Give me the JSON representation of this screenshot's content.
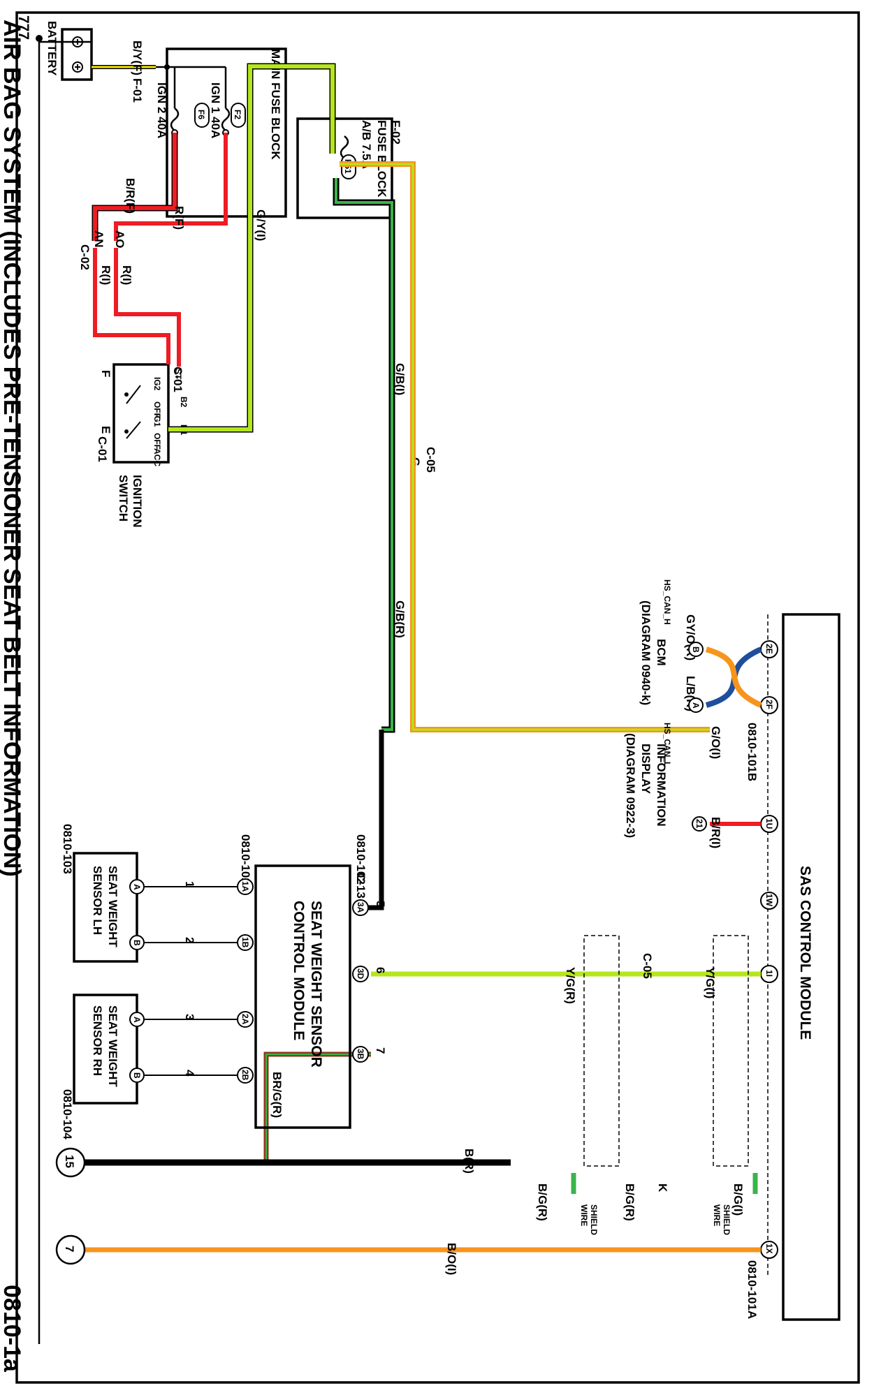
{
  "title": "AIR BAG SYSTEM (INCLUDES PRE-TENSIONER SEAT BELT INFORMATION)",
  "page_number": "0810-1a",
  "corner_code": "777",
  "components": {
    "battery": "BATTERY",
    "main_fuse_block": "MAIN FUSE BLOCK",
    "fuse_ign2": "IGN 2 40A",
    "fuse_ign2_id": "F6",
    "fuse_ign1": "IGN 1 40A",
    "fuse_ign1_id": "F2",
    "fuse_block_id": "F-02",
    "fuse_block": "FUSE BLOCK",
    "fuse_ab": "A/B 7.5A",
    "fuse_ab_id": "F51",
    "ignition_switch_1": "IGNITION",
    "ignition_switch_2": "SWITCH",
    "sas_module": "SAS CONTROL MODULE",
    "bcm": "BCM",
    "bcm_diagram": "(DIAGRAM 0940-k)",
    "info_display_1": "INFORMATION",
    "info_display_2": "DISPLAY",
    "info_display_diagram": "(DIAGRAM 0922-3)",
    "swscm_1": "SEAT WEIGHT SENSOR",
    "swscm_2": "CONTROL MODULE",
    "sws_lh_1": "SEAT WEIGHT",
    "sws_lh_2": "SENSOR LH",
    "sws_rh_1": "SEAT WEIGHT",
    "sws_rh_2": "SENSOR RH"
  },
  "switch_positions": {
    "st": "ST",
    "ig2": "IG2",
    "ig1": "IG1",
    "acc": "ACC",
    "off1": "OFF",
    "off2": "OFF",
    "b1": "B1",
    "b2": "B2"
  },
  "connectors": {
    "f01": "F-01",
    "c02": "C-02",
    "c01_top": "C-01",
    "c01_bottom": "C-01",
    "c05_g": "C-05",
    "c05_yg": "C-05",
    "c13": "C-13",
    "pin_an": "AN",
    "pin_ao": "AO",
    "pin_f": "F",
    "pin_e": "E",
    "pin_g": "G",
    "pin_k": "K"
  },
  "wires": {
    "by_f": "B/Y(F)",
    "br_f": "B/R(F)",
    "r_f": "R(F)",
    "r_i_1": "R(I)",
    "r_i_2": "R(I)",
    "gy_i": "G/Y(I)",
    "gb_i": "G/B(I)",
    "gb_r": "G/B(R)",
    "gy_o_r": "GY/O(R)",
    "lb_r": "L/B(R)",
    "br_i": "B/R(I)",
    "go_i": "G/O(I)",
    "yg_i": "Y/G(I)",
    "yg_r": "Y/G(R)",
    "br_g_r": "BR/G(R)",
    "bg_i": "B/G(I)",
    "bg_r_1": "B/G(R)",
    "bg_r_2": "B/G(R)",
    "b_r": "B(R)",
    "bo_i": "B/O(I)",
    "shield_1": "SHIELD",
    "shield_1b": "WIRE",
    "shield_2": "SHIELD",
    "shield_2b": "WIRE",
    "hs_can_h": "HS_CAN_H",
    "hs_can_l": "HS_CAN_L"
  },
  "pins": {
    "sas_2e": "2E",
    "sas_2f": "2F",
    "sas_1u": "1U",
    "sas_1w": "1W",
    "sas_1i": "1I",
    "sas_1x": "1X",
    "bcm_b": "B",
    "bcm_a": "A",
    "disp_21": "21",
    "sw_3a": "3A",
    "sw_3d": "3D",
    "sw_3b": "3B",
    "sw_1a": "1A",
    "sw_1b": "1B",
    "sw_2a": "2A",
    "sw_2b": "2B",
    "lh_a": "A",
    "lh_b": "B",
    "rh_a": "A",
    "rh_b": "B",
    "line_5": "5",
    "line_6": "6",
    "line_7": "7",
    "line_1": "1",
    "line_2": "2",
    "line_3": "3",
    "line_4": "4"
  },
  "references": {
    "r101b": "0810-101B",
    "r101a": "0810-101A",
    "r102_top": "0810-102",
    "r102_bottom": "0810-102",
    "r103": "0810-103",
    "r104": "0810-104"
  },
  "grounds": {
    "g15": "15",
    "g7": "7"
  },
  "colors": {
    "red": "#ee1c24",
    "green": "#39b54a",
    "lime": "#b5e61d",
    "yellow": "#f2e600",
    "orange": "#f7941d",
    "blue": "#1f4e9c",
    "brown": "#8b3a1a",
    "black": "#000000"
  }
}
